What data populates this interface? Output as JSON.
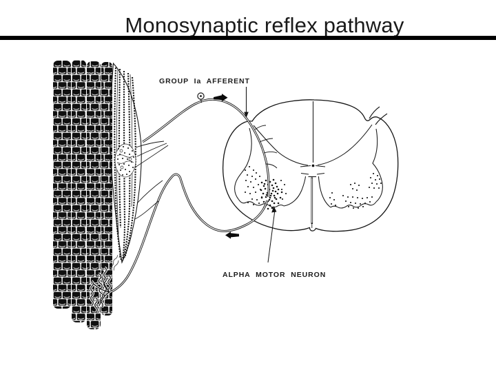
{
  "slide": {
    "title": "Monosynaptic reflex pathway",
    "colors": {
      "background": "#ffffff",
      "title_text": "#1a1a1a",
      "title_rule": "#000000",
      "diagram_ink": "#141414"
    }
  },
  "diagram": {
    "labels": {
      "group_ia_afferent": "GROUP Ia AFFERENT",
      "alpha_motor_neuron": "ALPHA MOTOR NEURON"
    }
  }
}
